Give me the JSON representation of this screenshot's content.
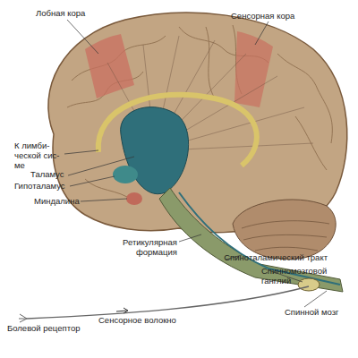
{
  "diagram": {
    "labels": [
      "Лобная кора",
      "Сенсорная кора",
      "К лимби- ческой сис- ме",
      "Таламус",
      "Гипоталамус",
      "Миндалина",
      "Ретикулярная формация",
      "Спиноталамический тракт",
      "Спинномозговой ганглий",
      "Спинной мозг",
      "Сенсорное волокно",
      "Болевой рецептор"
    ]
  }
}
